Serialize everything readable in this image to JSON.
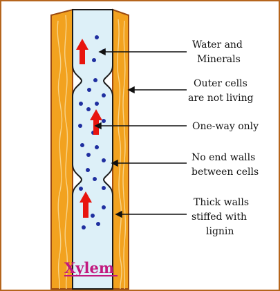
{
  "title": "Xylem",
  "labels": {
    "water": [
      "Water and",
      "Minerals"
    ],
    "outer": [
      "Outer cells",
      "are not living"
    ],
    "oneway": [
      "One-way only"
    ],
    "noend": [
      "No end walls",
      "between cells"
    ],
    "thick": [
      "Thick walls",
      "stiffed with",
      "lignin"
    ]
  },
  "colors": {
    "border": "#b5651d",
    "wall_fill": "#f2a21f",
    "wall_outline": "#9a4a12",
    "lumen": "#ddf0f8",
    "lumen_outline": "#1a1a1a",
    "arrow": "#e8150e",
    "particle": "#1f2fa0",
    "title": "#c2187e"
  },
  "icons": [
    "up-arrow-icon",
    "particle-dot"
  ]
}
